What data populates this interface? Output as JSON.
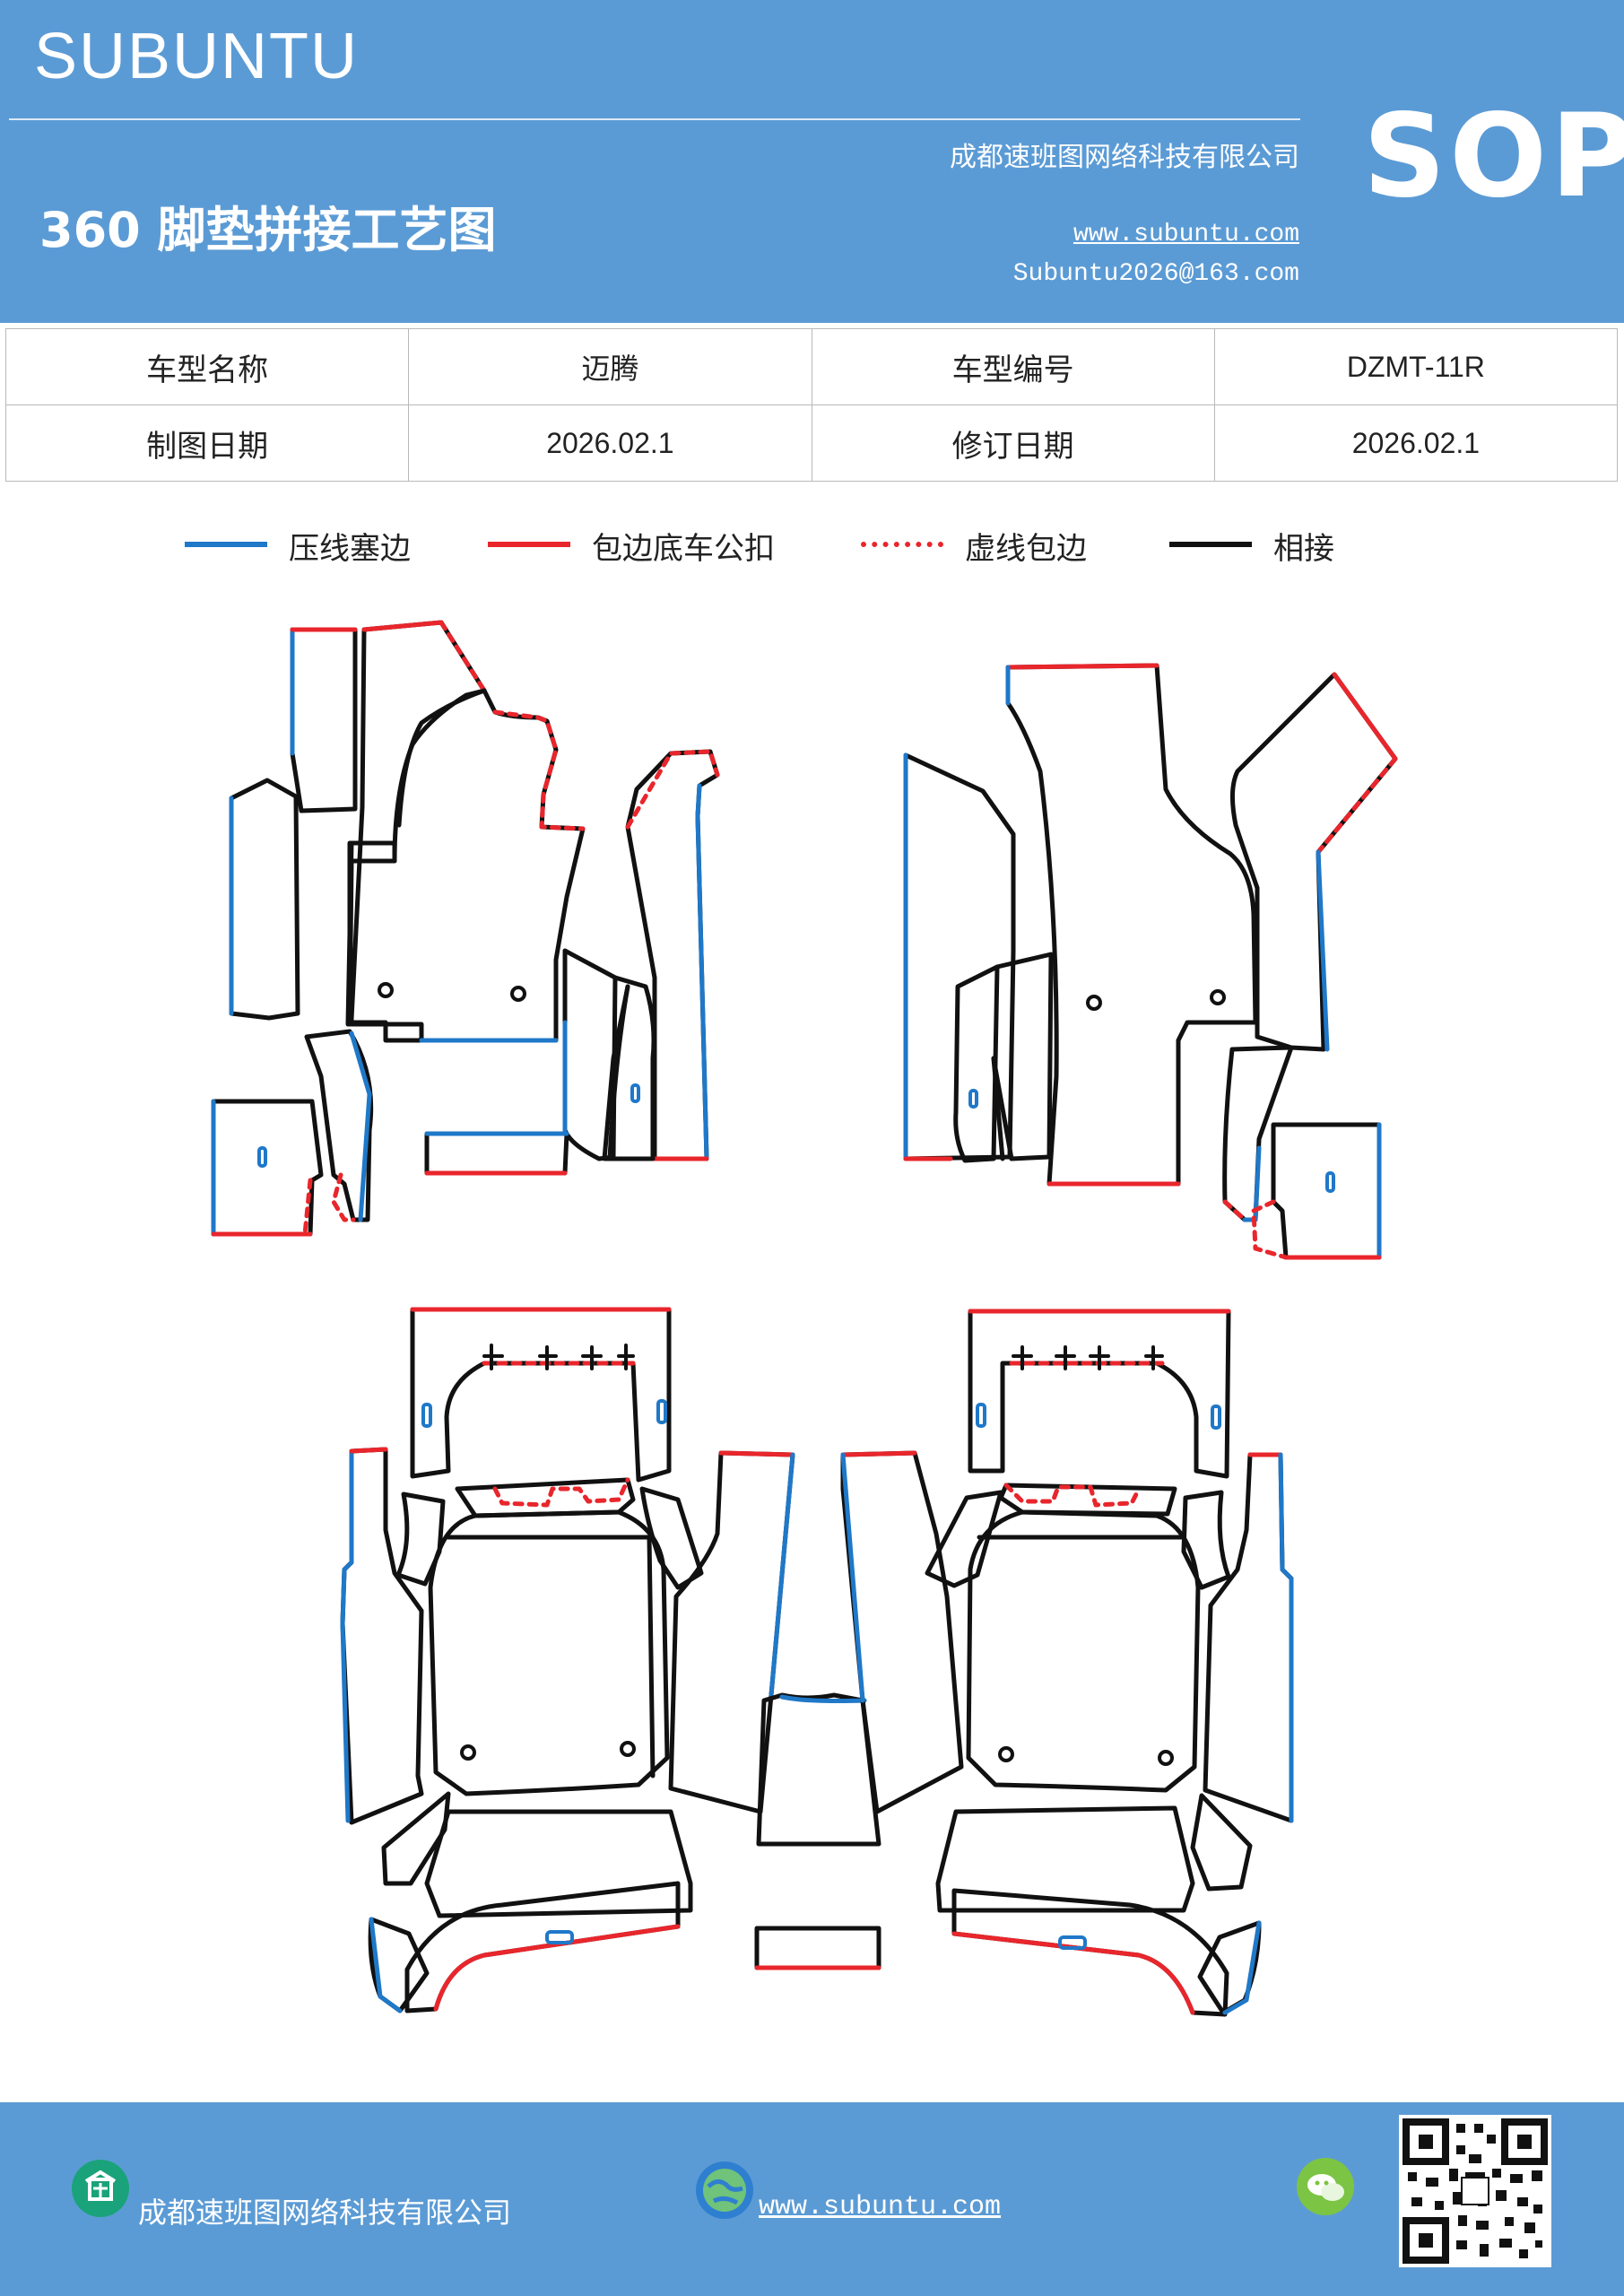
{
  "header": {
    "brand": "SUBUNTU",
    "title": "360 脚垫拼接工艺图",
    "company": "成都速班图网络科技有限公司",
    "website": "www.subuntu.com",
    "email": "Subuntu2026@163.com",
    "badge": "SOP"
  },
  "info_table": {
    "rows": [
      {
        "label1": "车型名称",
        "value1": "迈腾",
        "label2": "车型编号",
        "value2": "DZMT-11R"
      },
      {
        "label1": "制图日期",
        "value1": "2026.02.1",
        "label2": "修订日期",
        "value2": "2026.02.1"
      }
    ]
  },
  "legend": {
    "items": [
      {
        "label": "压线塞边",
        "color": "#1f78c8",
        "style": "solid"
      },
      {
        "label": "包边底车公扣",
        "color": "#e8262c",
        "style": "solid"
      },
      {
        "label": "虚线包边",
        "color": "#e8262c",
        "style": "dashed"
      },
      {
        "label": "相接",
        "color": "#111111",
        "style": "solid"
      }
    ]
  },
  "footer": {
    "company": "成都速班图网络科技有限公司",
    "website": "www.subuntu.com",
    "icons": [
      "company-icon",
      "globe-icon",
      "wechat-icon",
      "qr-code"
    ]
  },
  "colors": {
    "brand_blue": "#5b9bd5",
    "press_line": "#1f78c8",
    "edge_red": "#e8262c",
    "join_black": "#111111"
  }
}
